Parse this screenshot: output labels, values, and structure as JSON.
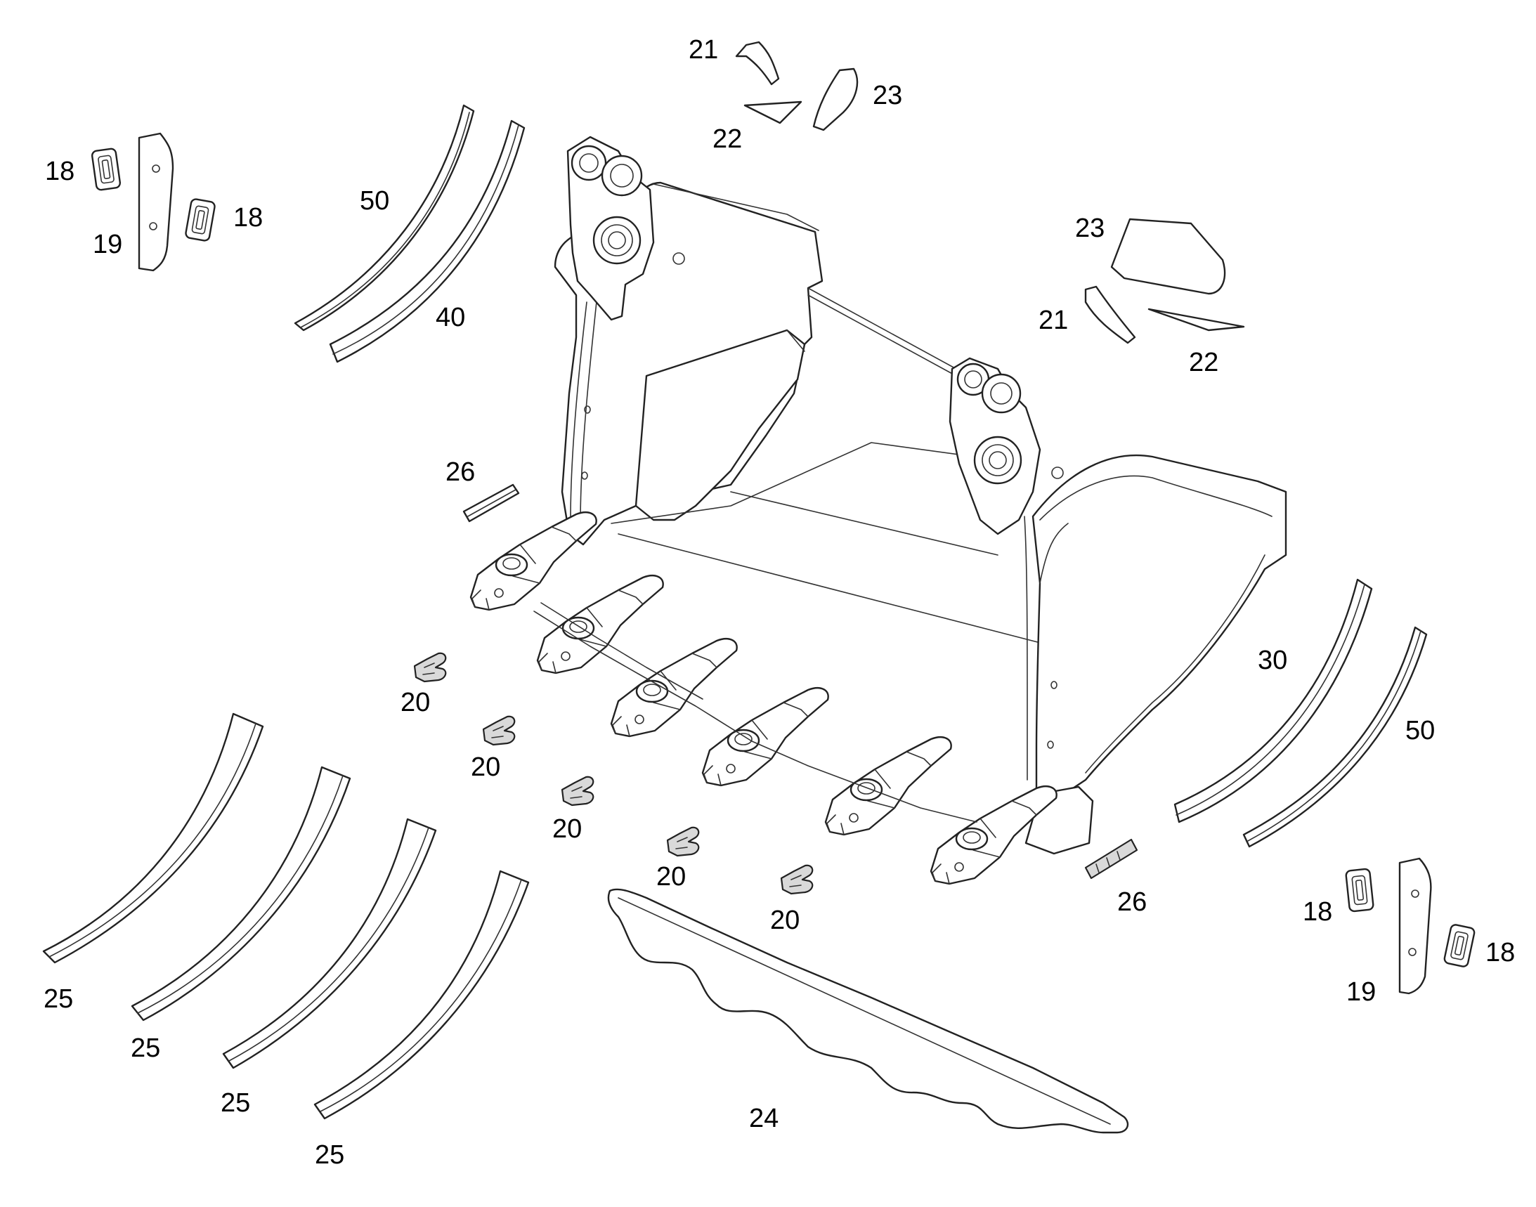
{
  "diagram": {
    "callouts": [
      {
        "id": "c18a",
        "text": "18"
      },
      {
        "id": "c19a",
        "text": "19"
      },
      {
        "id": "c18b",
        "text": "18"
      },
      {
        "id": "c50a",
        "text": "50"
      },
      {
        "id": "c40",
        "text": "40"
      },
      {
        "id": "c21a",
        "text": "21"
      },
      {
        "id": "c22a",
        "text": "22"
      },
      {
        "id": "c23a",
        "text": "23"
      },
      {
        "id": "c23b",
        "text": "23"
      },
      {
        "id": "c21b",
        "text": "21"
      },
      {
        "id": "c22b",
        "text": "22"
      },
      {
        "id": "c26a",
        "text": "26"
      },
      {
        "id": "c20a",
        "text": "20"
      },
      {
        "id": "c20b",
        "text": "20"
      },
      {
        "id": "c20c",
        "text": "20"
      },
      {
        "id": "c20d",
        "text": "20"
      },
      {
        "id": "c20e",
        "text": "20"
      },
      {
        "id": "c30",
        "text": "30"
      },
      {
        "id": "c50b",
        "text": "50"
      },
      {
        "id": "c26b",
        "text": "26"
      },
      {
        "id": "c18c",
        "text": "18"
      },
      {
        "id": "c19b",
        "text": "19"
      },
      {
        "id": "c18d",
        "text": "18"
      },
      {
        "id": "c25a",
        "text": "25"
      },
      {
        "id": "c25b",
        "text": "25"
      },
      {
        "id": "c25c",
        "text": "25"
      },
      {
        "id": "c25d",
        "text": "25"
      },
      {
        "id": "c24",
        "text": "24"
      }
    ]
  }
}
